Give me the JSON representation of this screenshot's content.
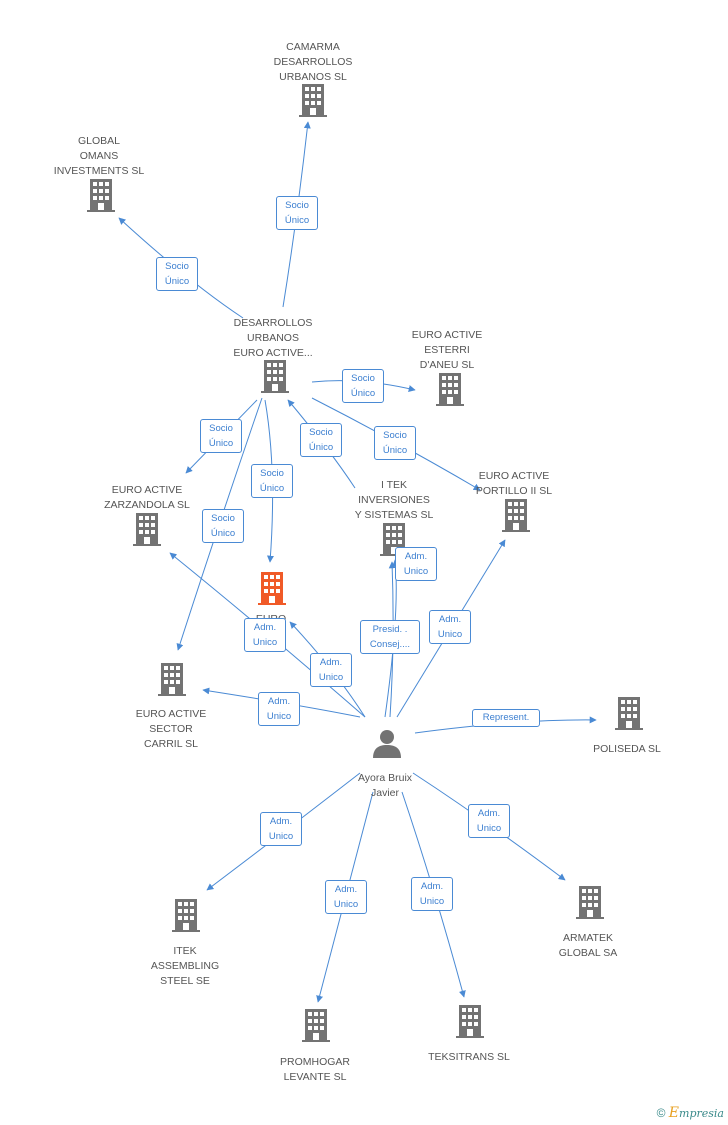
{
  "colors": {
    "edge": "#4a8ad4",
    "building": "#737373",
    "building_highlight": "#f05a28",
    "person": "#737373",
    "label": "#555555"
  },
  "nodes": {
    "camarma": {
      "label": "CAMARMA\nDESARROLLOS\nURBANOS SL",
      "icon": "building-icon"
    },
    "global_omans": {
      "label": "GLOBAL\nOMANS\nINVESTMENTS SL",
      "icon": "building-icon"
    },
    "desarrollos_urbanos": {
      "label": "DESARROLLOS\nURBANOS\nEURO ACTIVE...",
      "icon": "building-icon"
    },
    "esterri": {
      "label": "EURO ACTIVE\nESTERRI\nD'ANEU SL",
      "icon": "building-icon"
    },
    "zarzandola": {
      "label": "EURO ACTIVE\nZARZANDOLA SL",
      "icon": "building-icon"
    },
    "itek_inversiones": {
      "label": "I TEK\nINVERSIONES\nY SISTEMAS  SL",
      "icon": "building-icon"
    },
    "portillo": {
      "label": "EURO ACTIVE\nPORTILLO II SL",
      "icon": "building-icon"
    },
    "euro_center": {
      "label": "EURO\n...",
      "icon": "building-icon-highlight"
    },
    "sector_carril": {
      "label": "EURO ACTIVE\nSECTOR\nCARRIL SL",
      "icon": "building-icon"
    },
    "poliseda": {
      "label": "POLISEDA SL",
      "icon": "building-icon"
    },
    "ayora": {
      "label": "Ayora Bruix\nJavier",
      "icon": "person-icon"
    },
    "itek_assembling": {
      "label": "ITEK\nASSEMBLING\nSTEEL SE",
      "icon": "building-icon"
    },
    "armatek": {
      "label": "ARMATEK\nGLOBAL SA",
      "icon": "building-icon"
    },
    "promhogar": {
      "label": "PROMHOGAR\nLEVANTE SL",
      "icon": "building-icon"
    },
    "teksitrans": {
      "label": "TEKSITRANS SL",
      "icon": "building-icon"
    }
  },
  "edge_labels": {
    "socio_camarma": "Socio\nÚnico",
    "socio_global": "Socio\nÚnico",
    "socio_esterri": "Socio\nÚnico",
    "socio_zarz": "Socio\nÚnico",
    "socio_itek": "Socio\nÚnico",
    "socio_portillo": "Socio\nÚnico",
    "socio_center": "Socio\nÚnico",
    "socio_carril": "Socio\nÚnico",
    "adm_itek": "Adm.\nUnico",
    "adm_portillo": "Adm.\nUnico",
    "adm_zarz": "Adm.\nUnico",
    "presid": "Presid. .\nConsej....",
    "adm_center": "Adm.\nUnico",
    "adm_carril": "Adm.\nUnico",
    "represent": "Represent.",
    "adm_assembling": "Adm.\nUnico",
    "adm_armatek": "Adm.\nUnico",
    "adm_promhogar": "Adm.\nUnico",
    "adm_teksitrans": "Adm.\nUnico"
  },
  "footer": {
    "copyright": "©",
    "brand_initial": "E",
    "brand_rest": "mpresia"
  }
}
